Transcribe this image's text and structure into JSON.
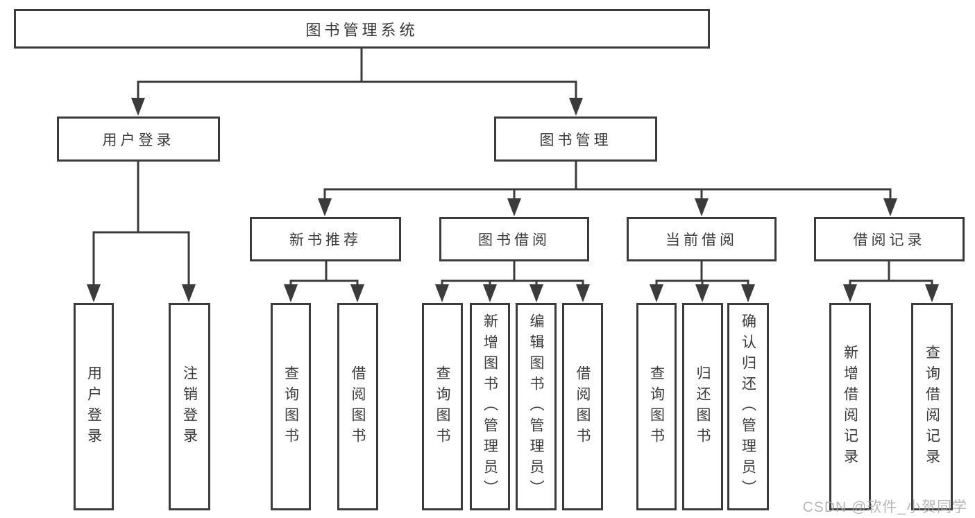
{
  "diagram": {
    "type": "functional-structure-chart",
    "tree": {
      "root": {
        "label": "图书管理系统",
        "children": [
          {
            "label": "用户登录",
            "children": [
              {
                "label": "用户登录"
              },
              {
                "label": "注销登录"
              }
            ]
          },
          {
            "label": "图书管理",
            "children": [
              {
                "label": "新书推荐",
                "children": [
                  {
                    "label": "查询图书"
                  },
                  {
                    "label": "借阅图书"
                  }
                ]
              },
              {
                "label": "图书借阅",
                "children": [
                  {
                    "label": "查询图书"
                  },
                  {
                    "label": "新增图书（管理员）"
                  },
                  {
                    "label": "编辑图书（管理员）"
                  },
                  {
                    "label": "借阅图书"
                  }
                ]
              },
              {
                "label": "当前借阅",
                "children": [
                  {
                    "label": "查询图书"
                  },
                  {
                    "label": "归还图书"
                  },
                  {
                    "label": "确认归还（管理员）"
                  }
                ]
              },
              {
                "label": "借阅记录",
                "children": [
                  {
                    "label": "新增借阅记录"
                  },
                  {
                    "label": "查询借阅记录"
                  }
                ]
              }
            ]
          }
        ]
      }
    },
    "colors": {
      "line": "#3b3b3b",
      "box_border": "#3b3b3b",
      "text": "#3a3a3a",
      "background": "#ffffff",
      "watermark": "#a5a5a5"
    }
  },
  "watermark": {
    "text": "CSDN @软件_小贺同学"
  }
}
